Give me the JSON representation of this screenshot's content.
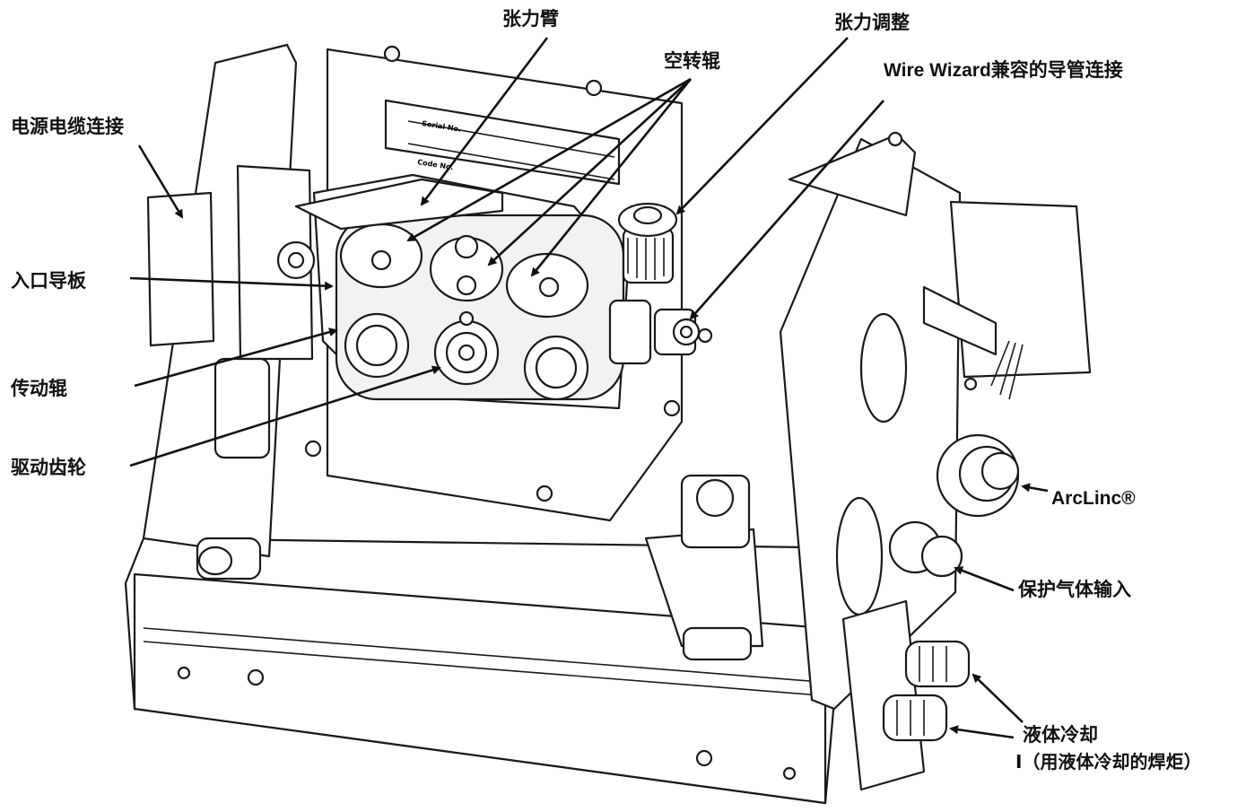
{
  "labels": {
    "tension_arm": "张力臂",
    "idle_rolls": "空转辊",
    "tension_adjust": "张力调整",
    "wire_wizard": "Wire Wizard兼容的导管连接",
    "power_cable": "电源电缆连接",
    "inlet_guide": "入口导板",
    "drive_roll": "传动辊",
    "drive_gear": "驱动齿轮",
    "arclinc": "ArcLinc®",
    "shielding_gas": "保护气体输入",
    "liquid_cooling_1": "液体冷却",
    "liquid_cooling_2": "I（用液体冷却的焊炬）"
  },
  "nameplate": {
    "serial": "Serial No.",
    "code": "Code No."
  },
  "colors": {
    "line": "#1a1a1a",
    "background": "#ffffff",
    "text": "#111111"
  }
}
